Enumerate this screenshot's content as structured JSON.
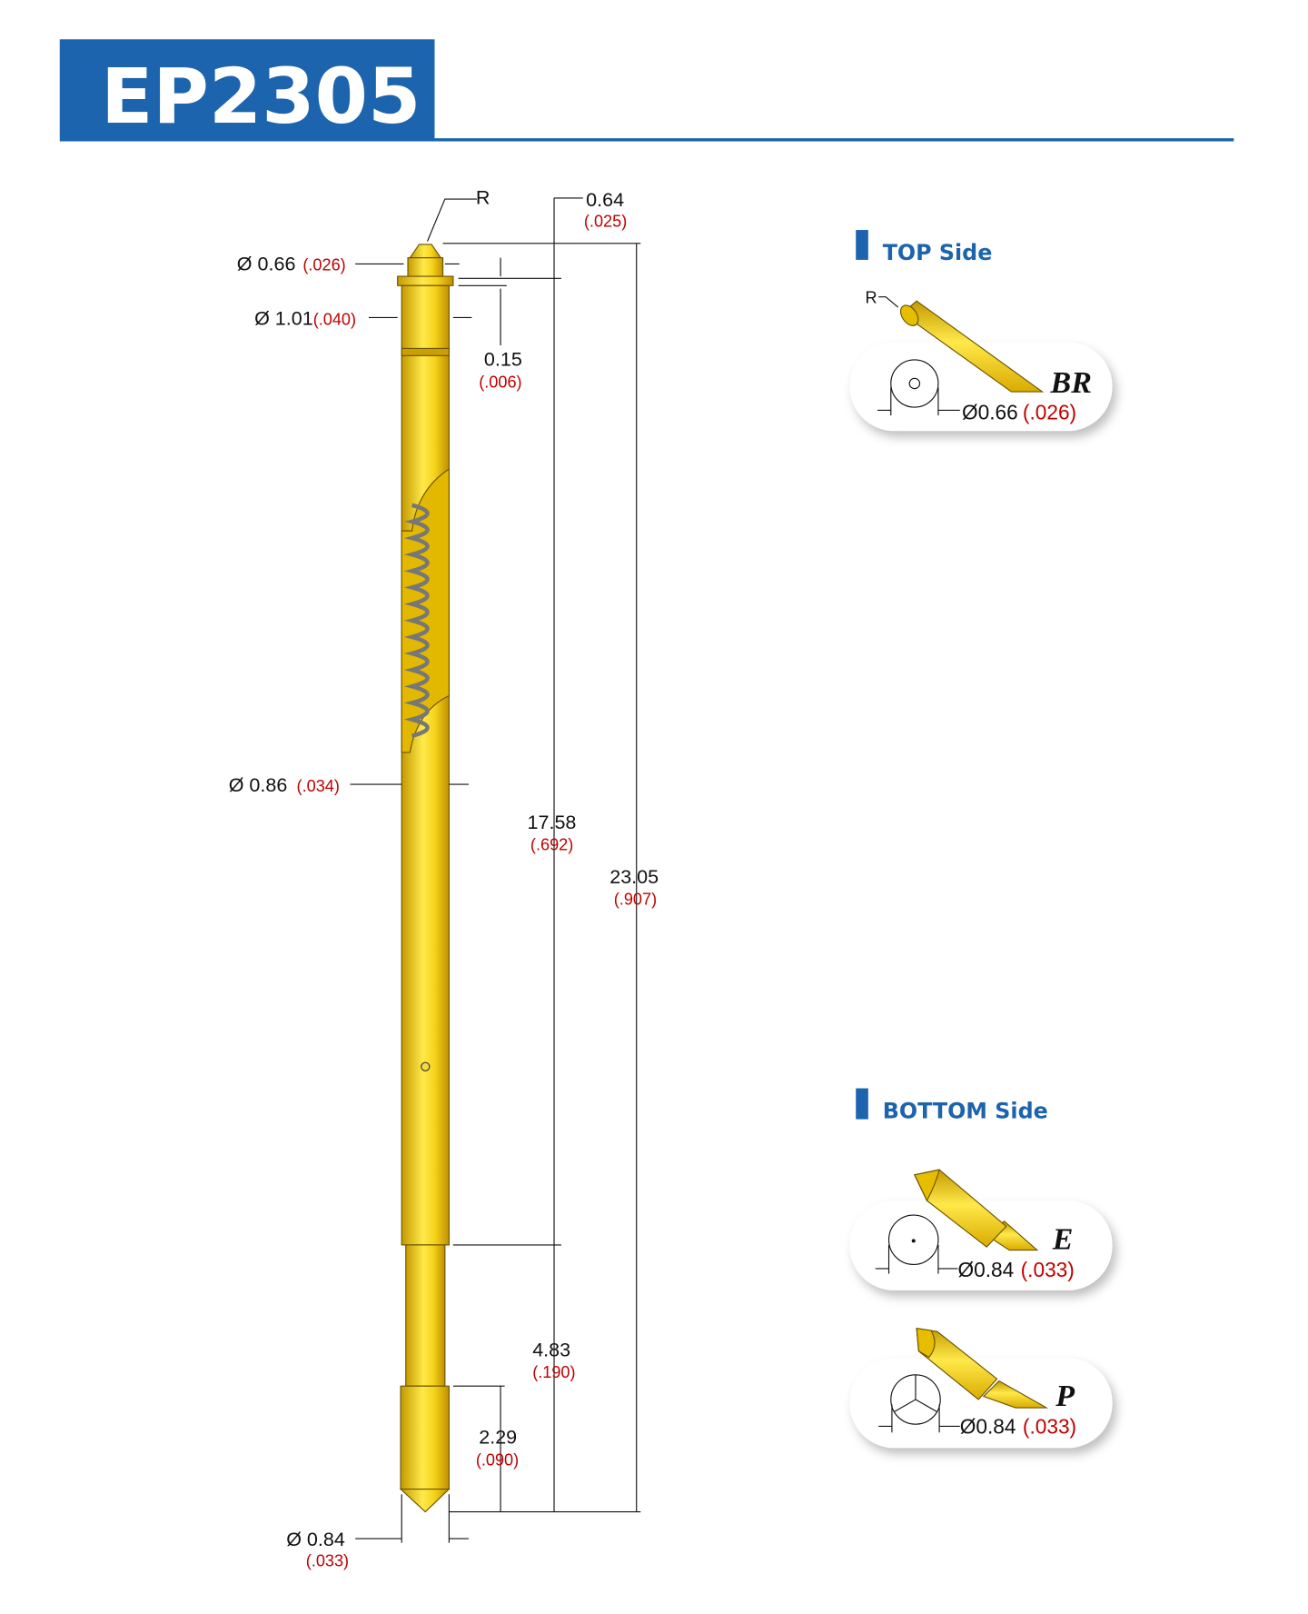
{
  "title": "EP2305",
  "colors": {
    "brand_blue": "#1c64ad",
    "gold": "#f4d41c",
    "inch_red": "#c00000"
  },
  "dimensions": {
    "radius_label": "R",
    "tip_length": {
      "mm": "0.64",
      "in": "(.025)"
    },
    "head_diameter": {
      "mm": "Ø 0.66",
      "in": "(.026)"
    },
    "flange_diameter": {
      "mm": "Ø 1.01",
      "in": "(.040)"
    },
    "flange_thickness": {
      "mm": "0.15",
      "in": "(.006)"
    },
    "barrel_diameter": {
      "mm": "Ø 0.86",
      "in": "(.034)"
    },
    "barrel_length": {
      "mm": "17.58",
      "in": "(.692)"
    },
    "overall_length": {
      "mm": "23.05",
      "in": "(.907)"
    },
    "plunger_length": {
      "mm": "4.83",
      "in": "(.190)"
    },
    "tip_section_length": {
      "mm": "2.29",
      "in": "(.090)"
    },
    "tip_diameter": {
      "mm": "Ø 0.84",
      "in": "(.033)"
    }
  },
  "top_side": {
    "heading": "TOP Side",
    "radius_label": "R",
    "tips": [
      {
        "code": "BR",
        "mm": "Ø0.66",
        "in": "(.026)"
      }
    ]
  },
  "bottom_side": {
    "heading": "BOTTOM Side",
    "tips": [
      {
        "code": "E",
        "mm": "Ø0.84",
        "in": "(.033)"
      },
      {
        "code": "P",
        "mm": "Ø0.84",
        "in": "(.033)"
      }
    ]
  }
}
